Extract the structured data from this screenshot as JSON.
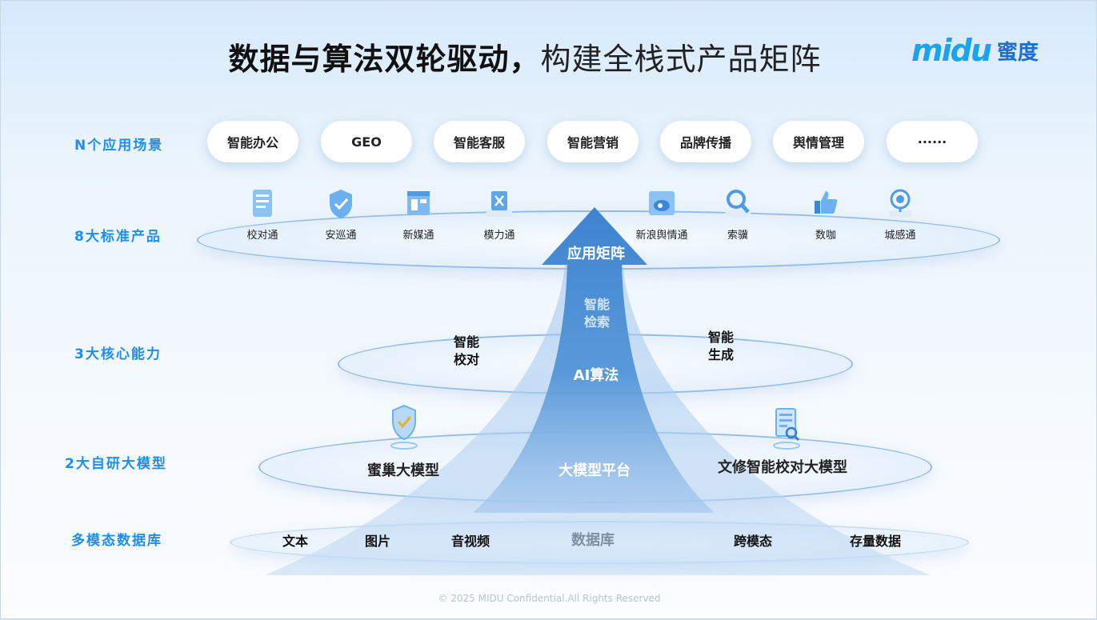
{
  "title": {
    "bold": "数据与算法双轮驱动，",
    "light": "构建全栈式产品矩阵"
  },
  "logo": {
    "en": "midu",
    "cn": "蜜度"
  },
  "row_labels": [
    "N个应用场景",
    "8大标准产品",
    "3大核心能力",
    "2大自研大模型",
    "多模态数据库"
  ],
  "scenarios": [
    "智能办公",
    "GEO",
    "智能客服",
    "智能营销",
    "品牌传播",
    "舆情管理",
    "······"
  ],
  "products": [
    {
      "label": "校对通",
      "icon": "document-icon"
    },
    {
      "label": "安巡通",
      "icon": "shield-icon"
    },
    {
      "label": "新媒通",
      "icon": "browser-window-icon"
    },
    {
      "label": "模力通",
      "icon": "chip-icon"
    },
    {
      "label": "新浪舆情通",
      "icon": "weibo-icon"
    },
    {
      "label": "索骥",
      "icon": "magnifier-icon"
    },
    {
      "label": "数咖",
      "icon": "thumbs-up-icon"
    },
    {
      "label": "城感通",
      "icon": "target-icon"
    }
  ],
  "capabilities": {
    "left": "智能\n校对",
    "right": "智能\n生成",
    "center": "智能\n检索"
  },
  "arrow": {
    "top": "应用矩阵",
    "middle": "AI算法",
    "bottom": "大模型平台"
  },
  "models": {
    "left": "蜜巢大模型",
    "right": "文修智能校对大模型"
  },
  "database": {
    "items": [
      "文本",
      "图片",
      "音视频",
      "数据库",
      "跨模态",
      "存量数据"
    ]
  },
  "footer": "© 2025 MIDU Confidential.All Rights Reserved",
  "colors": {
    "accent": "#1e8ef0",
    "arrow": "#4d8fd6"
  }
}
